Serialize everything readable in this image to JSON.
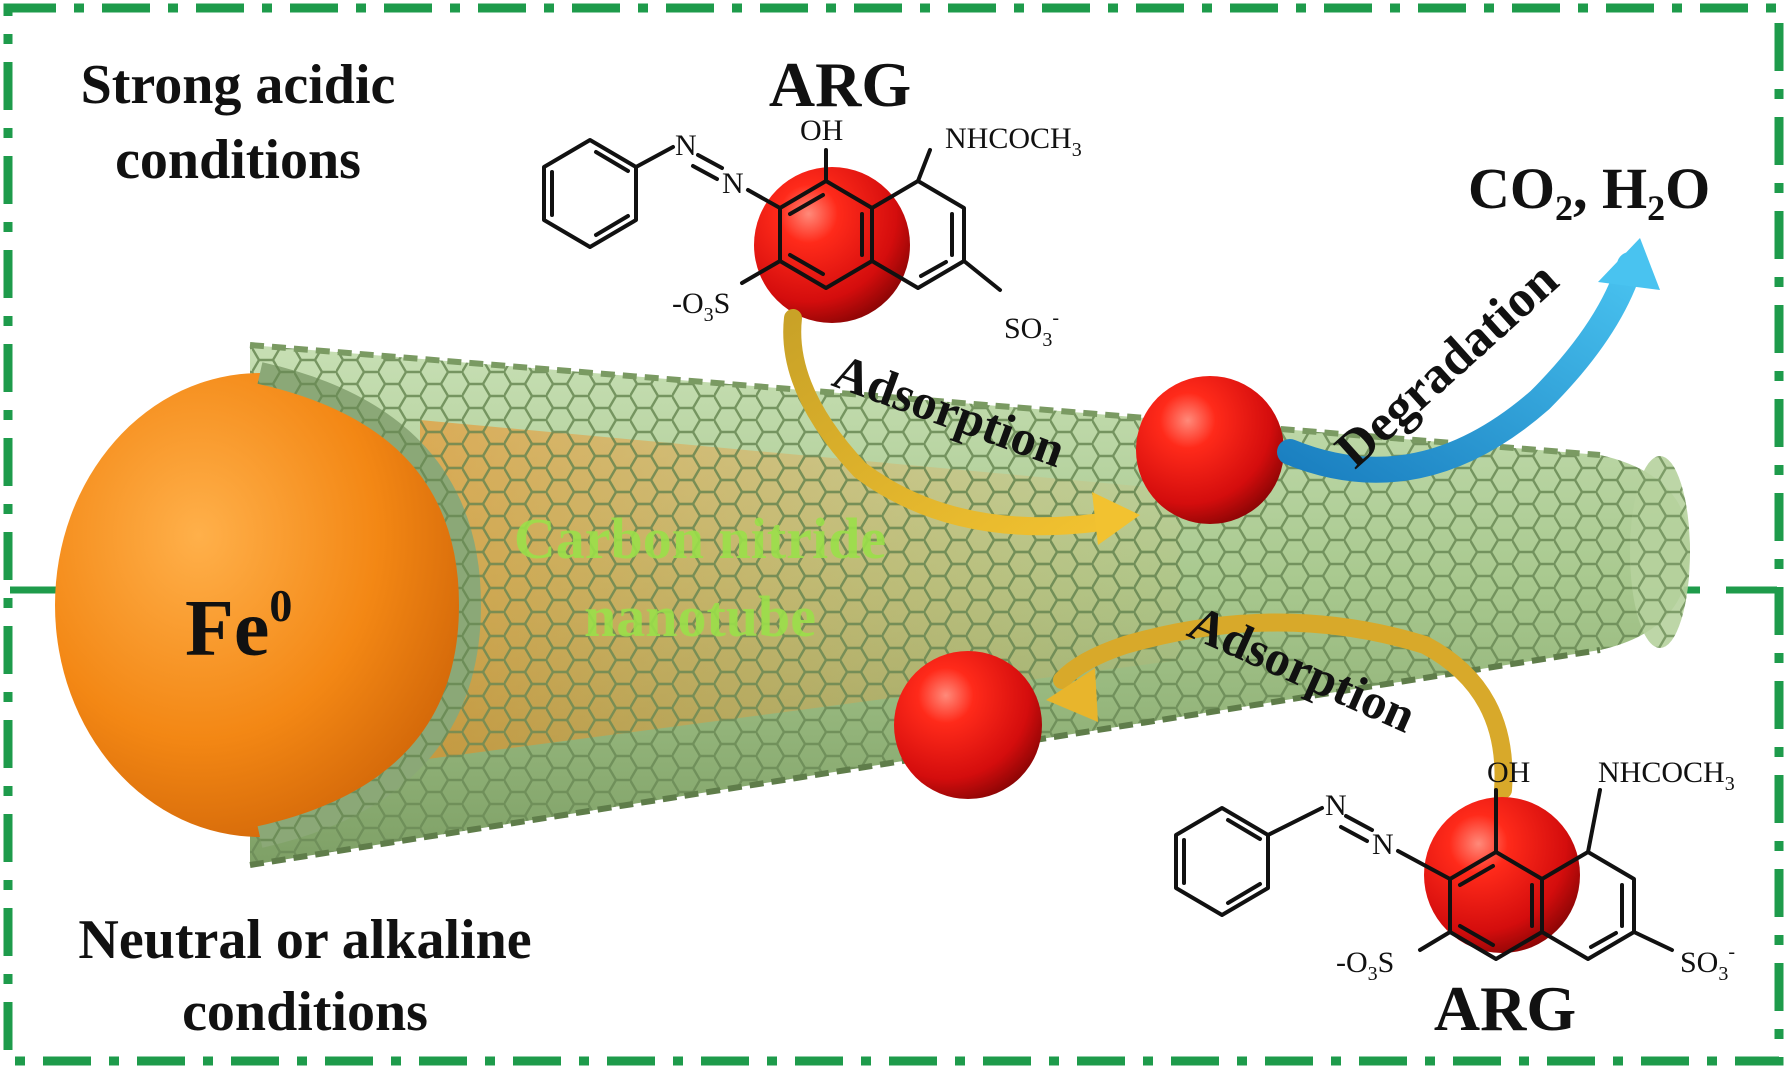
{
  "regions": {
    "top_condition": [
      "Strong acidic",
      "conditions"
    ],
    "bottom_condition": [
      "Neutral or alkaline",
      "conditions"
    ]
  },
  "tube": {
    "label": [
      "Carbon nitride",
      "nanotube"
    ],
    "core_label": "Fe",
    "core_superscript": "0"
  },
  "molecule_top": {
    "name": "ARG",
    "oh": "OH",
    "amide": "NHCOCH",
    "amide_sub": "3",
    "n1": "N",
    "n2": "N",
    "sulfonate_left": "-O",
    "sulfonate_left_sub": "3",
    "sulfonate_left_tail": "S",
    "sulfonate_right": "SO",
    "sulfonate_right_sub": "3",
    "sulfonate_right_sup": "-"
  },
  "molecule_bottom": {
    "name": "ARG",
    "oh": "OH",
    "amide": "NHCOCH",
    "amide_sub": "3",
    "n1": "N",
    "n2": "N",
    "sulfonate_left": "-O",
    "sulfonate_left_sub": "3",
    "sulfonate_left_tail": "S",
    "sulfonate_right": "SO",
    "sulfonate_right_sub": "3",
    "sulfonate_right_sup": "-"
  },
  "arrows": {
    "adsorption_top": "Adsorption",
    "adsorption_bottom": "Adsorption",
    "degradation": "Degradation"
  },
  "products": {
    "co": "CO",
    "co_sub": "2",
    "sep": ", H",
    "h_sub": "2",
    "o": "O"
  },
  "colors": {
    "border": "#1e9b4b",
    "iron_core": "#f08a1c",
    "nanotube": "#a9c98f",
    "tube_label": "#9be04a",
    "adsorb_arrow": "#d8a92a",
    "degrade_arrow": "#29a8e0",
    "dye_sphere": "#e01515"
  }
}
